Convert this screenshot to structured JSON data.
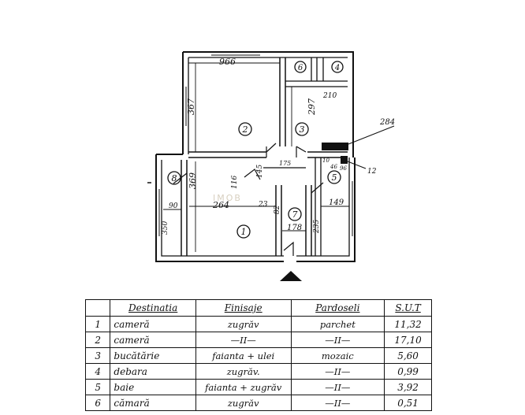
{
  "floorplan": {
    "rooms": [
      {
        "num": "1"
      },
      {
        "num": "2"
      },
      {
        "num": "3"
      },
      {
        "num": "4"
      },
      {
        "num": "5"
      },
      {
        "num": "6"
      },
      {
        "num": "7"
      },
      {
        "num": "8"
      }
    ],
    "dimensions": {
      "top_width": "966",
      "room2_height": "367",
      "room3_height": "297",
      "room3_width": "210",
      "label_284": "284",
      "room1_height": "369",
      "room1_width": "264",
      "room8_width": "90",
      "room8_height": "350",
      "hall_width": "178",
      "bath_width": "149",
      "bath_height": "235",
      "hall_small": "82",
      "hall_small2": "145",
      "room1_small": "116",
      "label_12": "12",
      "label_10": "10",
      "label_46": "46",
      "label_96": "96",
      "label_23": "23",
      "hall_top": "175"
    },
    "watermark": "IMOB"
  },
  "table": {
    "headers": {
      "destinatia": "Destinatia",
      "finisaje": "Finisaje",
      "pardoseli": "Pardoseli",
      "sut": "S.U.T"
    },
    "rows": [
      {
        "nr": "1",
        "dest": "cameră",
        "fin": "zugrăv",
        "pard": "parchet",
        "sut": "11,32"
      },
      {
        "nr": "2",
        "dest": "cameră",
        "fin": "—II—",
        "pard": "—II—",
        "sut": "17,10"
      },
      {
        "nr": "3",
        "dest": "bucătărie",
        "fin": "faianta + ulei",
        "pard": "mozaic",
        "sut": "5,60"
      },
      {
        "nr": "4",
        "dest": "debara",
        "fin": "zugrăv.",
        "pard": "—II—",
        "sut": "0,99"
      },
      {
        "nr": "5",
        "dest": "baie",
        "fin": "faianta + zugrăv",
        "pard": "—II—",
        "sut": "3,92"
      },
      {
        "nr": "6",
        "dest": "cămară",
        "fin": "zugrăv",
        "pard": "—II—",
        "sut": "0,51"
      }
    ]
  }
}
